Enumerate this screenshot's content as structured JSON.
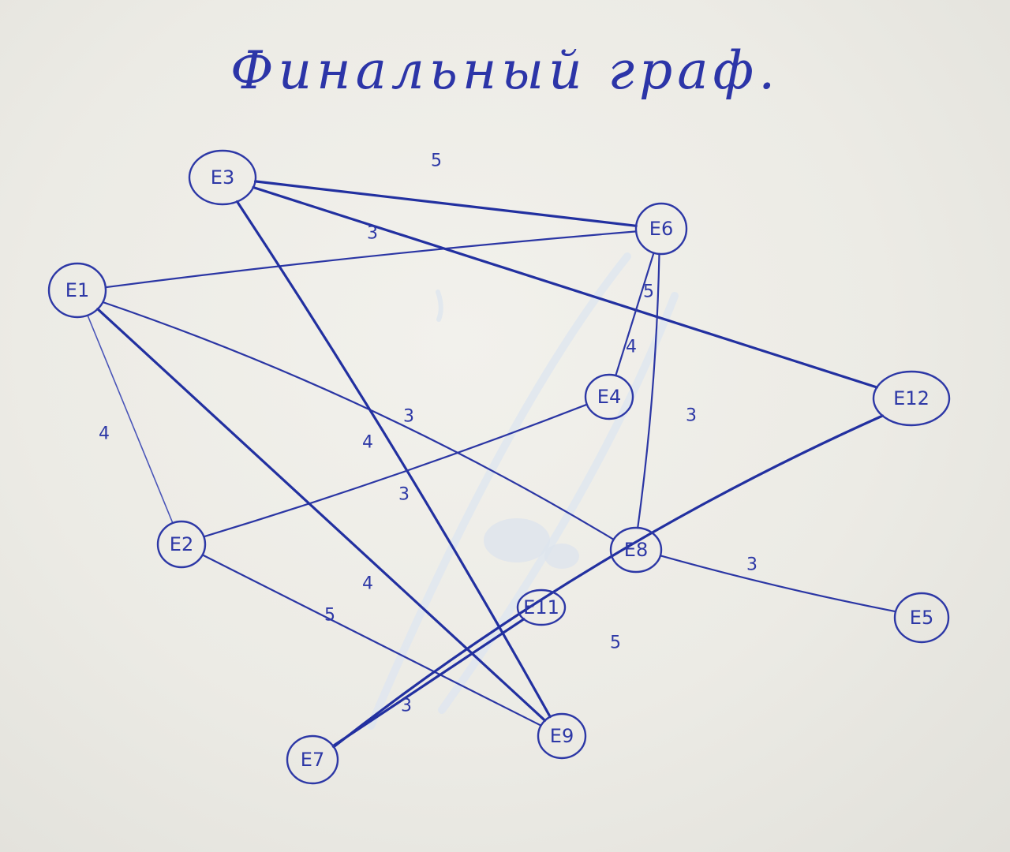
{
  "title": "Финальный граф.",
  "colors": {
    "ink": "#2b36a4",
    "paper": "#ecebe6"
  },
  "nodes": [
    {
      "id": "E1"
    },
    {
      "id": "E2"
    },
    {
      "id": "E3"
    },
    {
      "id": "E4"
    },
    {
      "id": "E5"
    },
    {
      "id": "E6"
    },
    {
      "id": "E7"
    },
    {
      "id": "E8"
    },
    {
      "id": "E9"
    },
    {
      "id": "E11"
    },
    {
      "id": "E12"
    }
  ],
  "edges": [
    {
      "from": "E3",
      "to": "E6",
      "weight": "5"
    },
    {
      "from": "E1",
      "to": "E6",
      "weight": "3"
    },
    {
      "from": "E3",
      "to": "E12",
      "weight": "5"
    },
    {
      "from": "E6",
      "to": "E4",
      "weight": "4"
    },
    {
      "from": "E6",
      "to": "E8",
      "weight": "3"
    },
    {
      "from": "E1",
      "to": "E2",
      "weight": "4"
    },
    {
      "from": "E1",
      "to": "E8",
      "weight": "3"
    },
    {
      "from": "E3",
      "to": "E9",
      "weight": "4"
    },
    {
      "from": "E2",
      "to": "E4",
      "weight": "3"
    },
    {
      "from": "E1",
      "to": "E9",
      "weight": "4"
    },
    {
      "from": "E2",
      "to": "E9",
      "weight": "5"
    },
    {
      "from": "E8",
      "to": "E5",
      "weight": "3"
    },
    {
      "from": "E11",
      "to": "E7",
      "weight": "3"
    },
    {
      "from": "E12",
      "to": "E7",
      "weight": "5"
    }
  ]
}
